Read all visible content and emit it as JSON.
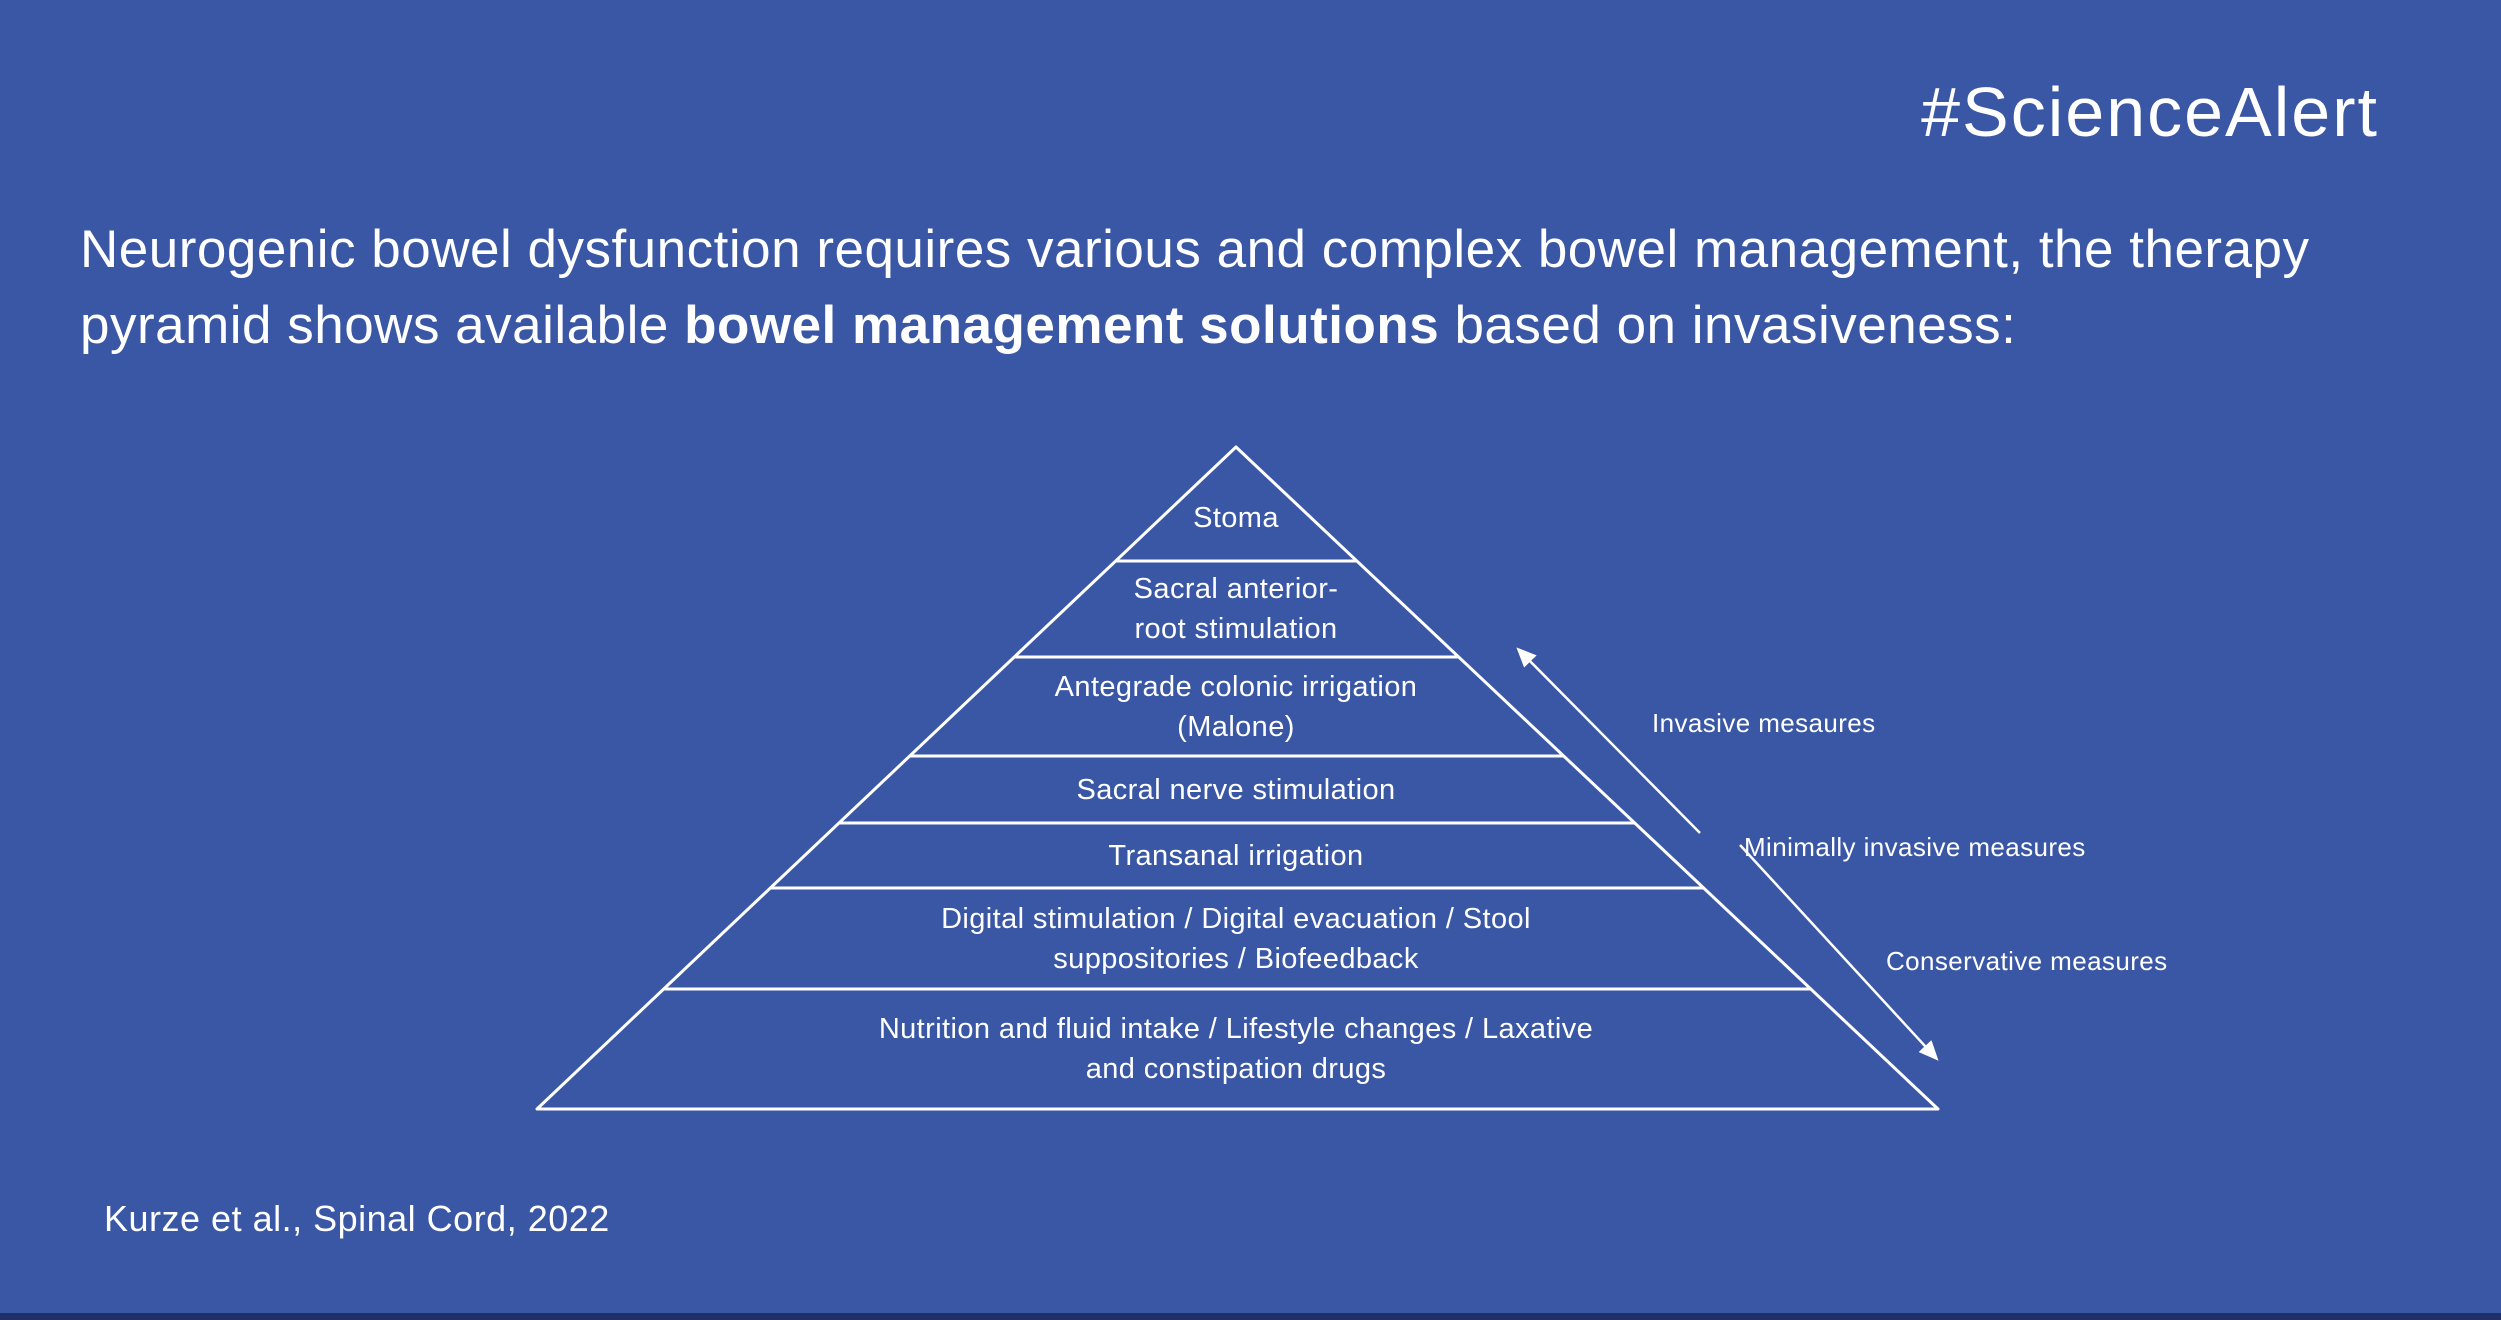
{
  "colors": {
    "background": "#3a57a5",
    "foreground": "#ffffff",
    "bottom_strip": "#203066"
  },
  "brand": {
    "hashtag": "#ScienceAlert"
  },
  "intro": {
    "text_before": "Neurogenic bowel dysfunction requires various and complex bowel management, the therapy pyramid shows available ",
    "text_bold": "bowel management solutions",
    "text_after": " based on invasiveness:"
  },
  "pyramid": {
    "levels": [
      {
        "name": "stoma",
        "lines": [
          "Stoma"
        ]
      },
      {
        "name": "sacral-anterior-root-stimulation",
        "lines": [
          "Sacral anterior-",
          "root stimulation"
        ]
      },
      {
        "name": "antegrade-colonic-irrigation-malone",
        "lines": [
          "Antegrade colonic irrigation",
          "(Malone)"
        ]
      },
      {
        "name": "sacral-nerve-stimulation",
        "lines": [
          "Sacral nerve stimulation"
        ]
      },
      {
        "name": "transanal-irrigation",
        "lines": [
          "Transanal irrigation"
        ]
      },
      {
        "name": "digital-stimulation-evacuation-suppositories-biofeedback",
        "lines": [
          "Digital stimulation / Digital evacuation / Stool",
          "suppositories / Biofeedback"
        ]
      },
      {
        "name": "nutrition-fluid-lifestyle-laxative",
        "lines": [
          "Nutrition and fluid intake / Lifestyle changes / Laxative",
          "and constipation drugs"
        ]
      }
    ]
  },
  "annotations": {
    "invasive": "Invasive mesaures",
    "minimally_invasive": "Minimally invasive measures",
    "conservative": "Conservative measures"
  },
  "citation": "Kurze et al., Spinal Cord, 2022"
}
